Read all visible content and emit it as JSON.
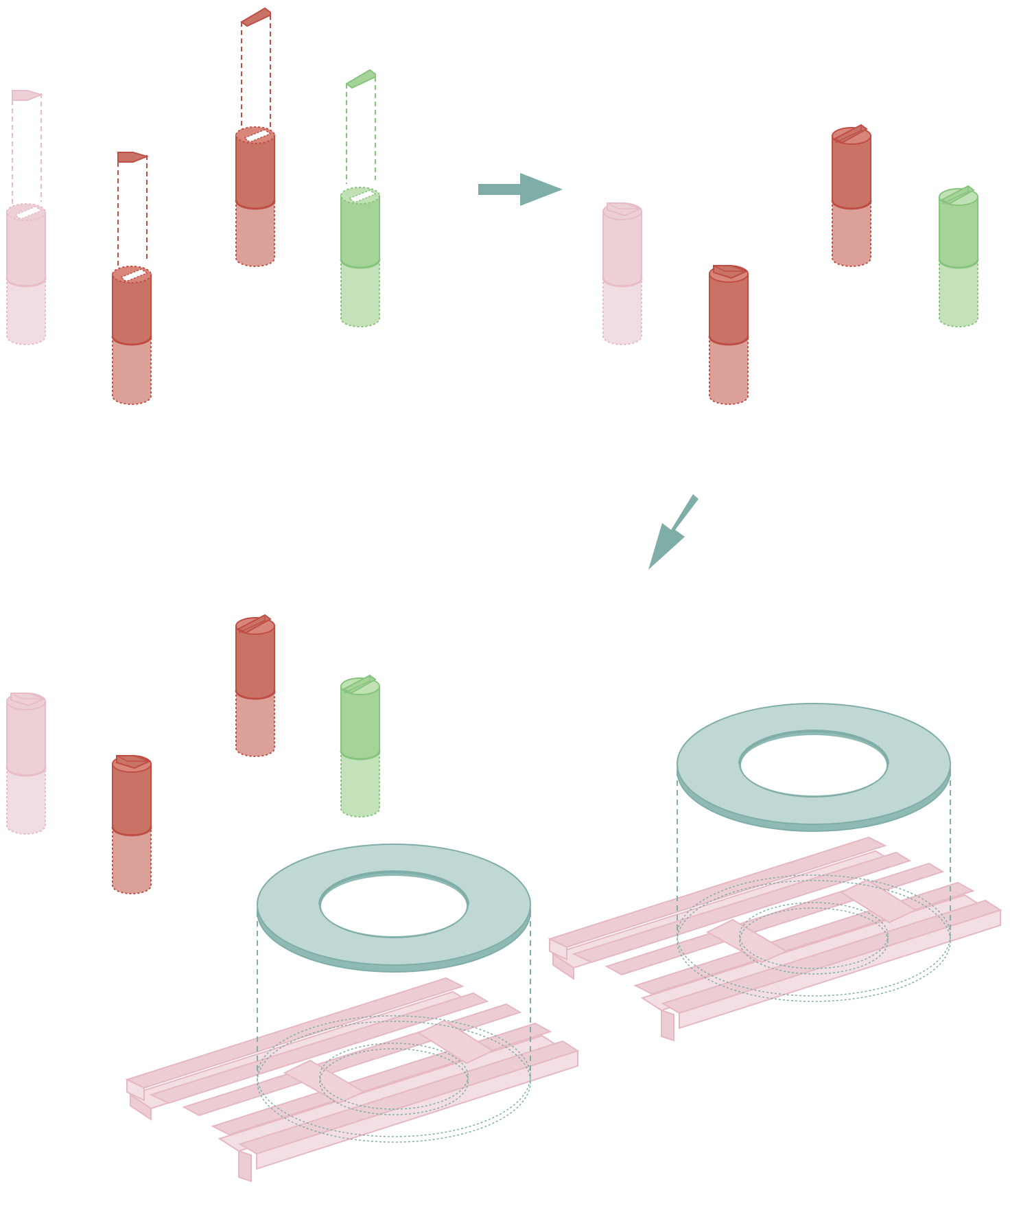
{
  "diagram": {
    "steps": [
      {
        "id": "step-1",
        "description_visible": false
      },
      {
        "id": "step-2",
        "description_visible": false
      },
      {
        "id": "step-3",
        "description_visible": false
      }
    ],
    "colors": {
      "pink_light": "#efd8dd",
      "pink_mid": "#e9cdd3",
      "pink_stroke": "#e8b9c3",
      "red_top": "#c97366",
      "red_bottom": "#dba198",
      "red_stroke": "#bf4d44",
      "green_top": "#a6d398",
      "green_bottom": "#c4e2ba",
      "green_stroke": "#86c37c",
      "teal_fill": "#c0d8d4",
      "teal_stroke": "#7fada7",
      "arrow": "#7fada7",
      "pallet_fill": "#ebcdd3",
      "pallet_stroke": "#e6b8c2"
    },
    "icons": [
      "arrow-right-icon",
      "arrow-down-left-icon",
      "pallet-icon",
      "ring-icon",
      "cylinder-icon"
    ]
  }
}
